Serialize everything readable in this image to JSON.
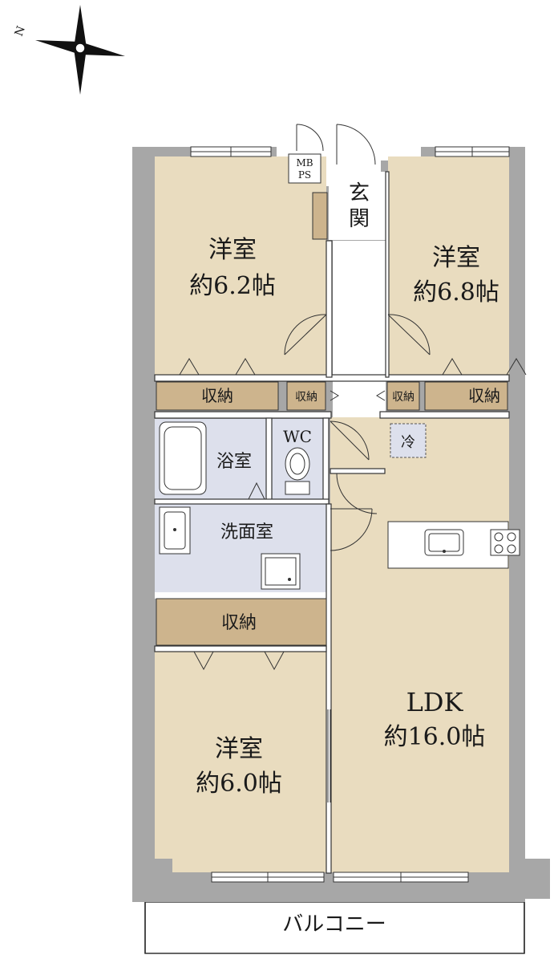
{
  "compass": {
    "north_label": "N"
  },
  "rooms": {
    "western_room_nw": {
      "name": "洋室",
      "size": "約6.2帖"
    },
    "western_room_ne": {
      "name": "洋室",
      "size": "約6.8帖"
    },
    "western_room_sw": {
      "name": "洋室",
      "size": "約6.0帖"
    },
    "ldk": {
      "name": "LDK",
      "size": "約16.0帖"
    },
    "entrance": {
      "name_top": "玄",
      "name_bottom": "関"
    },
    "meter_box": {
      "line1": "MB",
      "line2": "PS"
    },
    "bathroom": {
      "name": "浴室"
    },
    "washroom": {
      "name": "洗面室"
    },
    "toilet": {
      "name": "WC"
    },
    "fridge": {
      "name": "冷"
    }
  },
  "storage": {
    "closet_nw": "収納",
    "closet_small_left": "収納",
    "closet_small_right": "収納",
    "closet_ne": "収納",
    "closet_sw": "収納"
  },
  "balcony": {
    "name": "バルコニー"
  },
  "colors": {
    "wall": "#a7a7a7",
    "room_fill": "#e9dcbf",
    "closet_fill": "#cdb48d",
    "wet_area_fill": "#dde0ec",
    "line": "#333333"
  }
}
